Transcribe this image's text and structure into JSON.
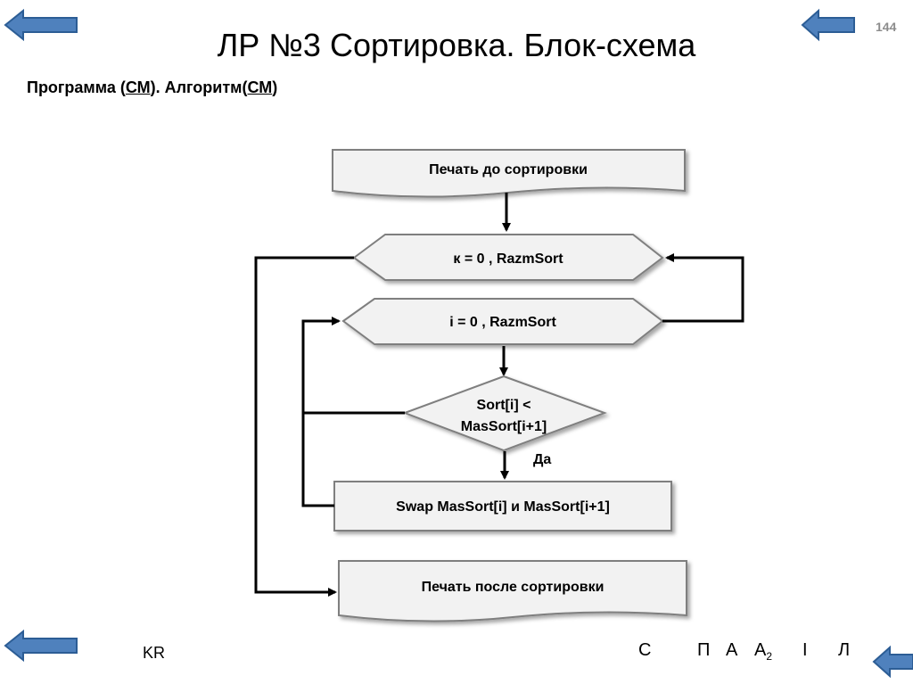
{
  "slide": {
    "title": "ЛР №3 Сортировка. Блок-схема",
    "page_number": "144",
    "subtitle_prefix": "Программа (",
    "subtitle_link1": "СМ",
    "subtitle_mid": "). Алгоритм(",
    "subtitle_link2": "СМ",
    "subtitle_suffix": ")"
  },
  "flowchart": {
    "print_before": "Печать до сортировки",
    "loop_outer": "к = 0 , RazmSort",
    "loop_inner": "i = 0 , RazmSort",
    "condition_line1": "Sort[i] <",
    "condition_line2": "MasSort[i+1]",
    "yes_label": "Да",
    "swap": "Swap MasSort[i]  и MasSort[i+1]",
    "print_after": "Печать после  сортировки"
  },
  "footer": {
    "kr": "KR",
    "nav_c": "С",
    "nav_p": "П",
    "nav_a": "А",
    "nav_a2": "А",
    "nav_a2_sub": "2",
    "nav_i": "I",
    "nav_l": "Л"
  },
  "colors": {
    "arrow_fill": "#4f81bd",
    "arrow_stroke": "#2c5d95",
    "shape_fill": "#f2f2f2",
    "shape_stroke": "#7f7f7f"
  }
}
